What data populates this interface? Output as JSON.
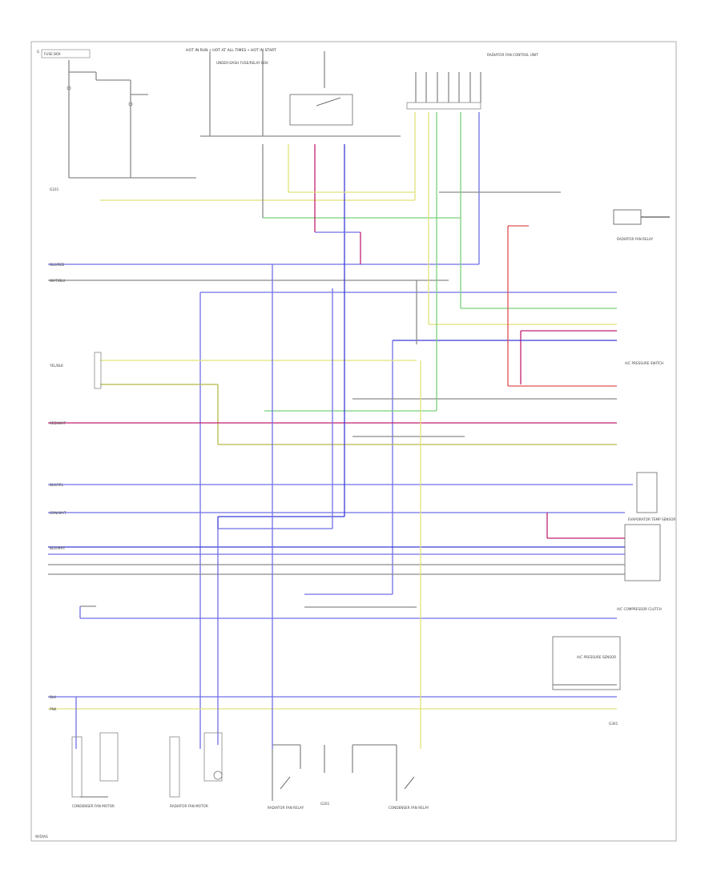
{
  "diagram": {
    "header_fuse_text": "HOT IN RUN • HOT AT ALL TIMES • HOT IN START",
    "corner_tag": "G",
    "footer_tag": "W/DIAG",
    "wire_colors": {
      "blue": "#6f6fe6",
      "dark_blue": "#3b3bd6",
      "yellow": "#e2e27a",
      "green": "#7ad07a",
      "red": "#e05050",
      "magenta": "#c02070",
      "gray": "#9a9a9a",
      "olive": "#b8b84a"
    },
    "labels": {
      "fuse_box_top_left": "FUSE BOX",
      "relay_panel_top_center": "UNDER-DASH FUSE/RELAY BOX",
      "control_unit_top_right": "RADIATOR FAN CONTROL UNIT",
      "module_right": "A/C PRESSURE SWITCH",
      "compressor_clutch": "A/C COMPRESSOR CLUTCH",
      "thermo_unit": "EVAPORATOR TEMP SENSOR",
      "pressure_sensor": "A/C PRESSURE SENSOR",
      "condenser_fan_motor": "CONDENSER FAN MOTOR",
      "radiator_fan_motor": "RADIATOR FAN MOTOR",
      "fan_relay_1": "RADIATOR FAN RELAY",
      "fan_relay_2": "CONDENSER FAN RELAY",
      "ground_left": "G101",
      "ground_mid": "G201",
      "ground_right": "G301"
    },
    "wire_tags": {
      "blk_yel": "BLK/YEL",
      "blu_red": "BLU/RED",
      "yel_blk": "YEL/BLK",
      "grn_wht": "GRN/WHT",
      "red_wht": "RED/WHT",
      "wht_blu": "WHT/BLU",
      "blu_wht": "BLU/WHT",
      "pnk": "PNK",
      "blk": "BLK"
    }
  }
}
